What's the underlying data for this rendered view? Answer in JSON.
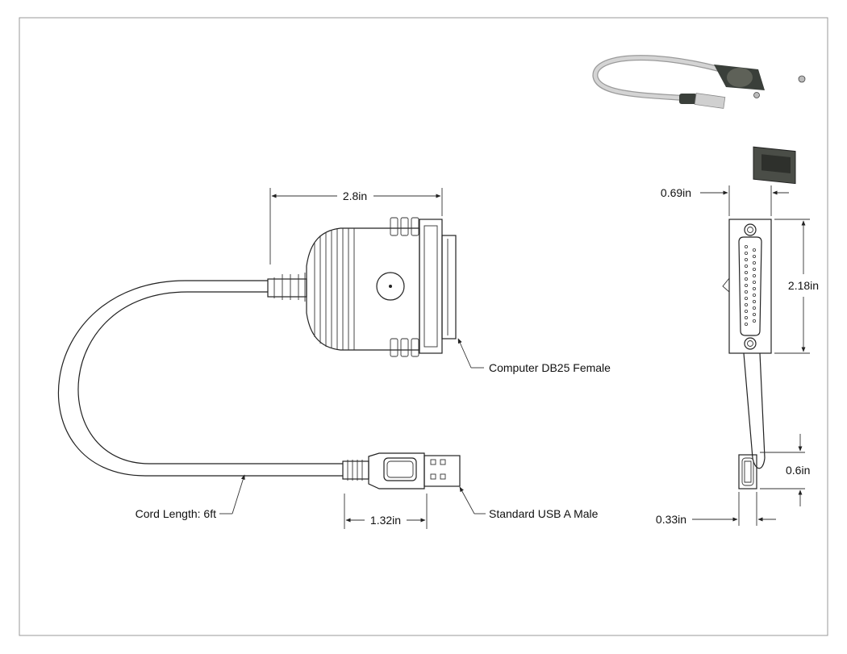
{
  "dimensions": {
    "width_top": "2.8in",
    "usb_length": "1.32in",
    "side_width": "0.69in",
    "side_height": "2.18in",
    "usb_height": "0.6in",
    "usb_width": "0.33in"
  },
  "callouts": {
    "db25": "Computer DB25 Female",
    "usb": "Standard USB A Male",
    "cord": "Cord Length: 6ft"
  },
  "colors": {
    "stroke": "#222222",
    "photo_cable": "#c9c9c9",
    "photo_connector": "#3a3f3a",
    "photo_shell": "#5e6158"
  }
}
